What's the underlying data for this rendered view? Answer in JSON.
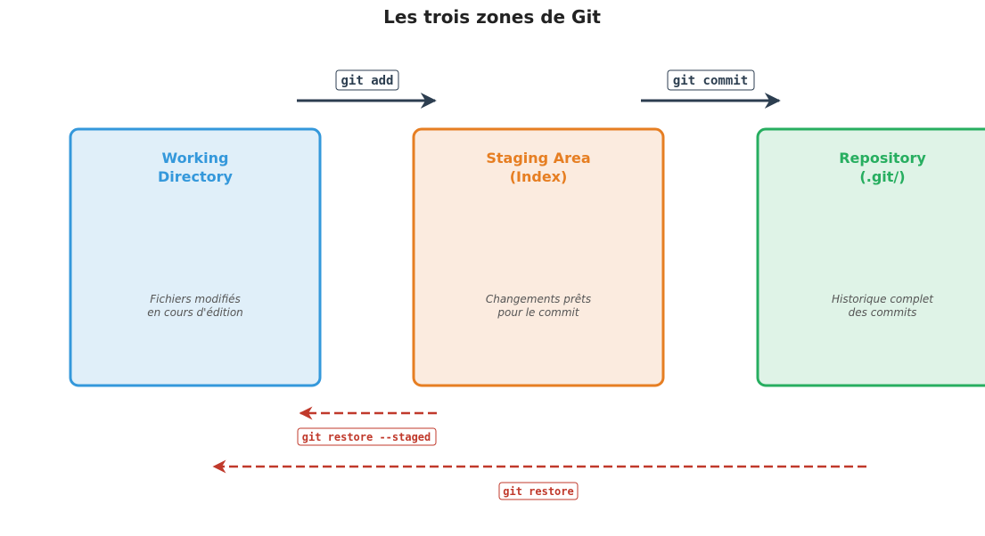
{
  "title": "Les trois zones de Git",
  "zones": [
    {
      "title_line1": "Working",
      "title_line2": "Directory",
      "desc_line1": "Fichiers modifiés",
      "desc_line2": "en cours d'édition",
      "color": "#3498db",
      "fill": "#e0eff9"
    },
    {
      "title_line1": "Staging Area",
      "title_line2": "(Index)",
      "desc_line1": "Changements prêts",
      "desc_line2": "pour le commit",
      "color": "#e67e22",
      "fill": "#fbebdf"
    },
    {
      "title_line1": "Repository",
      "title_line2": "(.git/)",
      "desc_line1": "Historique complet",
      "desc_line2": "des commits",
      "color": "#27ae60",
      "fill": "#dff3e7"
    }
  ],
  "forward_commands": [
    {
      "label": "git add"
    },
    {
      "label": "git commit"
    }
  ],
  "restore_commands": [
    {
      "label": "git restore --staged"
    },
    {
      "label": "git restore"
    }
  ],
  "colors": {
    "arrow_forward": "#2c3e50",
    "arrow_restore": "#c0392b"
  }
}
